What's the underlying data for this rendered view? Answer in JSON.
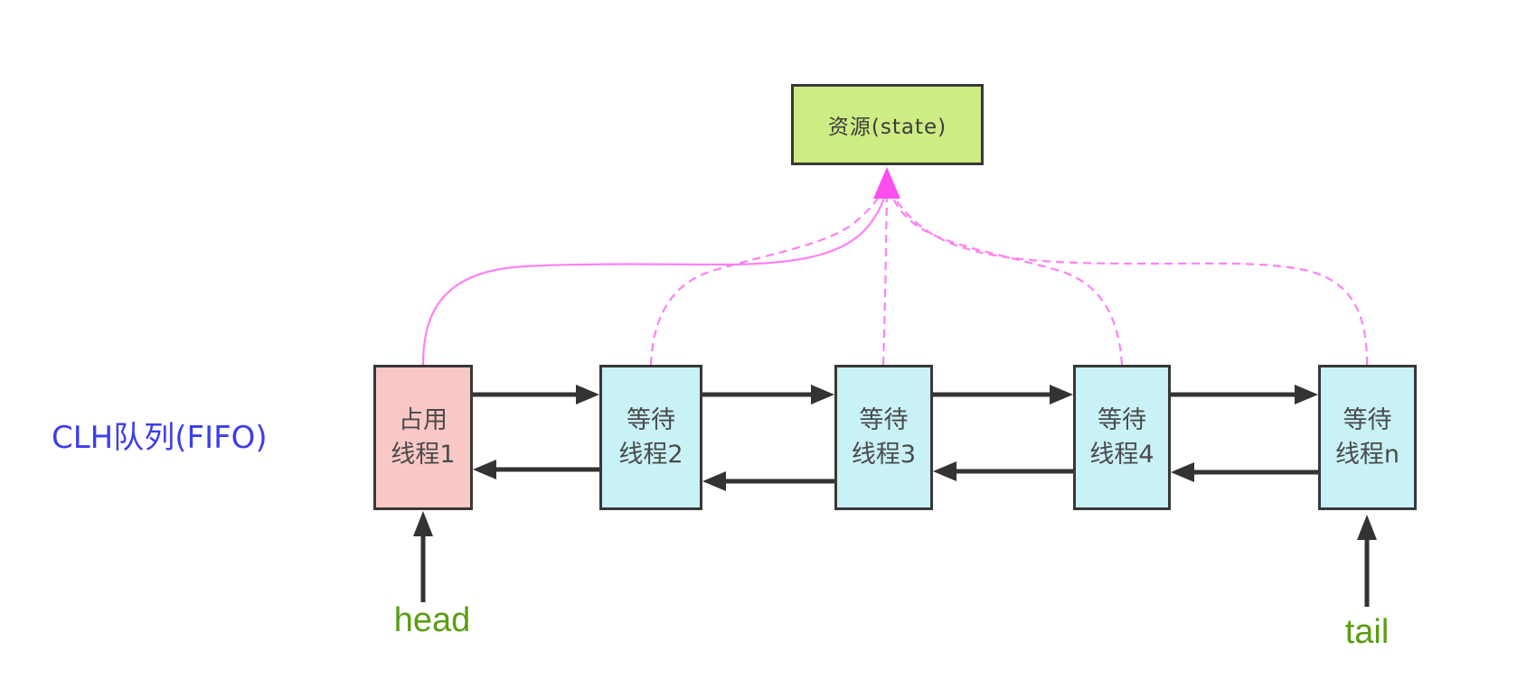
{
  "diagram": {
    "clh_label": "CLH队列(FIFO)",
    "resource": {
      "label": "资源(state)",
      "fill": "#cdec83"
    },
    "queue": {
      "nodes": [
        {
          "label": "占用\n线程1",
          "fill": "#f9c8c6"
        },
        {
          "label": "等待\n线程2",
          "fill": "#c9f2f6"
        },
        {
          "label": "等待\n线程3",
          "fill": "#c9f2f6"
        },
        {
          "label": "等待\n线程4",
          "fill": "#c9f2f6"
        },
        {
          "label": "等待\n线程n",
          "fill": "#c9f2f6"
        }
      ]
    },
    "pointers": {
      "head": "head",
      "tail": "tail"
    },
    "colors": {
      "magenta_link": "#ff80f3",
      "magenta_arrowhead": "#ff4df0",
      "arrow_black": "#333333",
      "node_border": "#383838",
      "label_blue": "#3d3deb",
      "pointer_green": "#5a9e12"
    }
  }
}
